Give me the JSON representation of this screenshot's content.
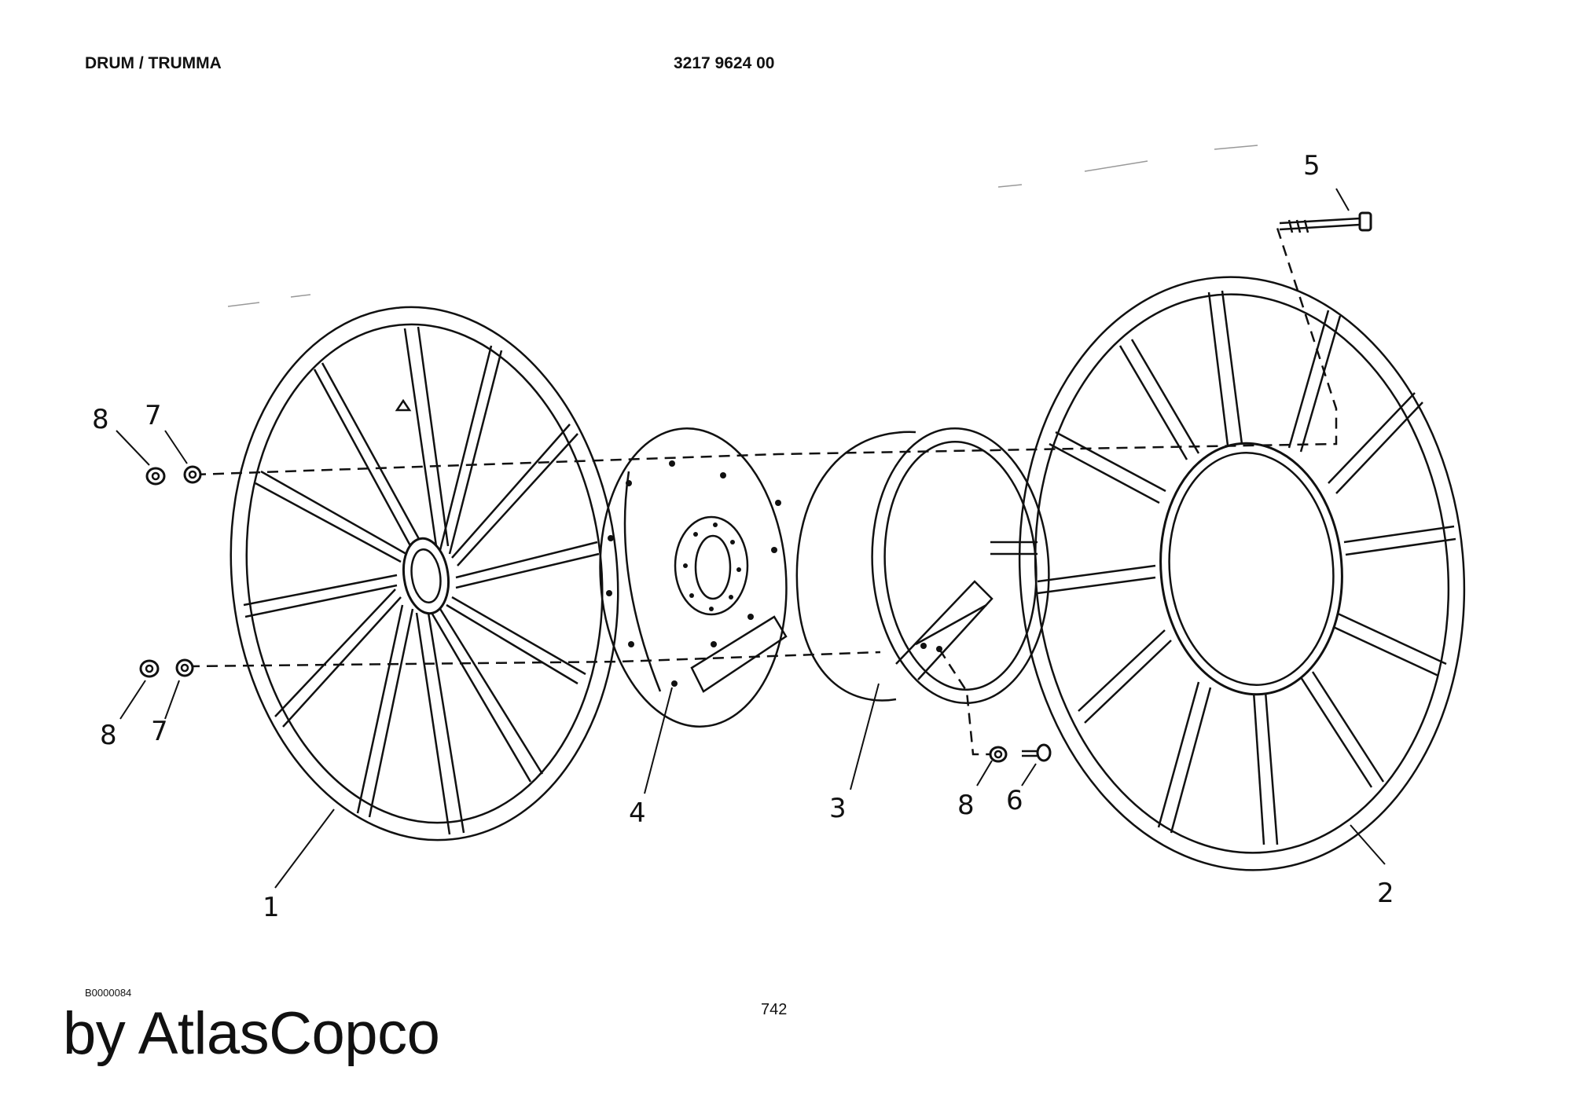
{
  "header": {
    "title": "DRUM / TRUMMA",
    "part_number": "3217 9624 00"
  },
  "footer": {
    "code": "B0000084",
    "page_number": "742",
    "brand": "by AtlasCopco"
  },
  "callouts": {
    "flange_left": "1",
    "flange_right": "2",
    "drum_shell": "3",
    "hub_plate": "4",
    "bolt_top": "5",
    "bolt_bottom": "6",
    "washer_upper": "7",
    "washer_lower": "7",
    "nut_upper": "8",
    "nut_lower": "8",
    "nut_bottom": "8"
  }
}
